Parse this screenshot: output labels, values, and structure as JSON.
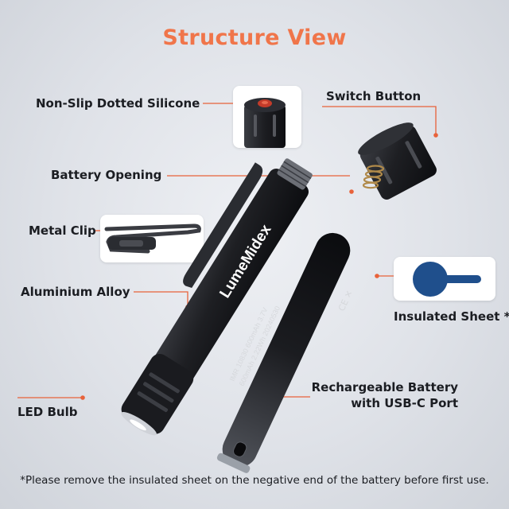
{
  "title": "Structure View",
  "labels": {
    "silicone": "Non-Slip Dotted Silicone",
    "switch": "Switch Button",
    "opening": "Battery Opening",
    "clip": "Metal Clip",
    "alloy": "Aluminium Alloy",
    "sheet": "Insulated Sheet *",
    "led": "LED Bulb",
    "battery_line1": "Rechargeable Battery",
    "battery_line2": "with USB-C Port"
  },
  "brand": "LumeMidex",
  "battery_text": {
    "line1": "IMR 10830 600mAh 3.7V",
    "line2": "600mAh  2.22Wh  20240530"
  },
  "battery_marks": "CE  ✕",
  "footnote": "*Please remove the insulated sheet on the negative end of the battery before first use.",
  "colors": {
    "title": "#f0754a",
    "accent_line": "#e8623a",
    "text": "#1b1d22",
    "sheet": "#1f4f8c"
  }
}
